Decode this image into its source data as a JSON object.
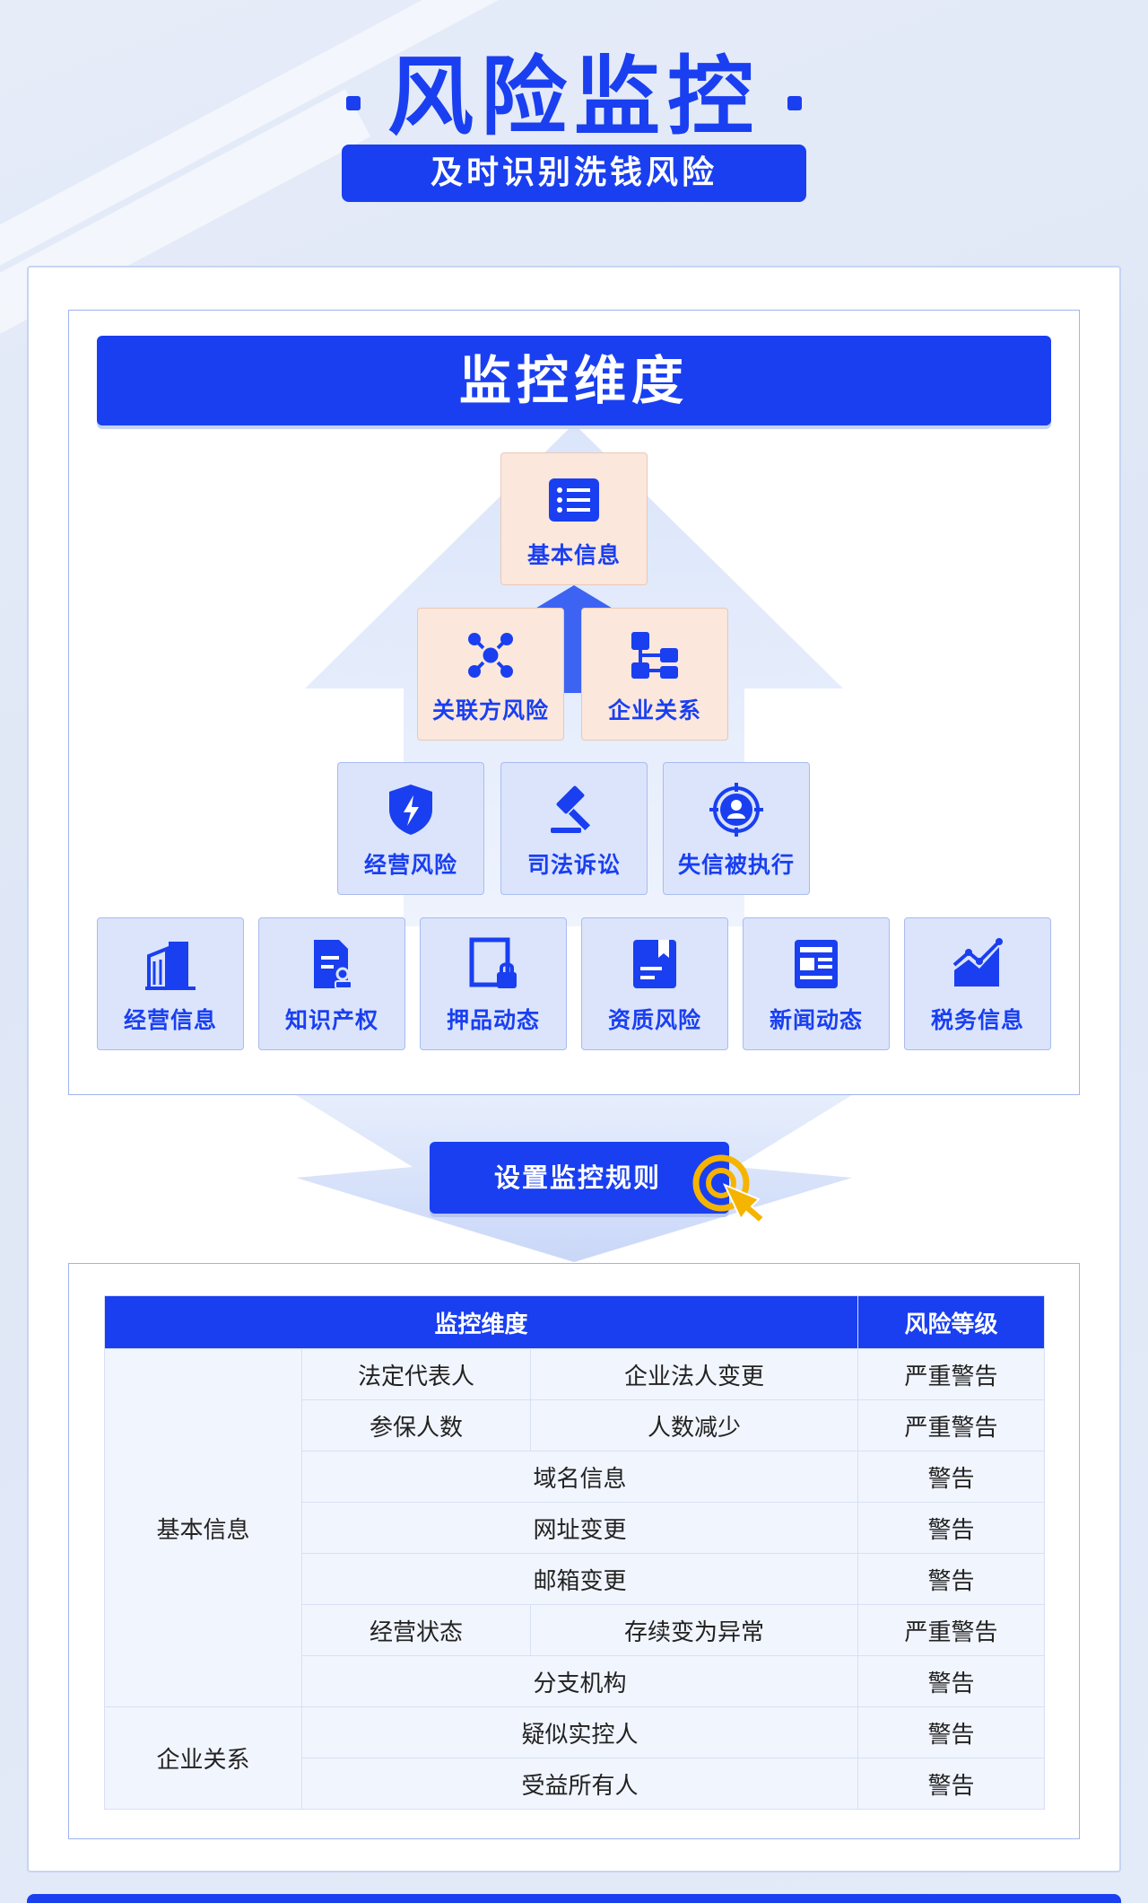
{
  "header": {
    "title": "风险监控",
    "subtitle": "及时识别洗钱风险"
  },
  "dimensions": {
    "title": "监控维度",
    "tiles": [
      {
        "label": "基本信息",
        "icon": "list-icon"
      },
      {
        "label": "关联方风险",
        "icon": "network-icon"
      },
      {
        "label": "企业关系",
        "icon": "org-chart-icon"
      },
      {
        "label": "经营风险",
        "icon": "shield-bolt-icon"
      },
      {
        "label": "司法诉讼",
        "icon": "gavel-icon"
      },
      {
        "label": "失信被执行",
        "icon": "target-person-icon"
      },
      {
        "label": "经营信息",
        "icon": "building-icon"
      },
      {
        "label": "知识产权",
        "icon": "document-seal-icon"
      },
      {
        "label": "押品动态",
        "icon": "frame-lock-icon"
      },
      {
        "label": "资质风险",
        "icon": "bookmark-doc-icon"
      },
      {
        "label": "新闻动态",
        "icon": "newspaper-icon"
      },
      {
        "label": "税务信息",
        "icon": "trend-chart-icon"
      }
    ]
  },
  "rule_button": {
    "label": "设置监控规则",
    "icon": "click-hand-icon"
  },
  "table": {
    "headers": {
      "dimension": "监控维度",
      "level": "风险等级"
    },
    "groups": [
      {
        "category": "基本信息",
        "rows": [
          {
            "item": "法定代表人",
            "detail": "企业法人变更",
            "level": "严重警告"
          },
          {
            "item": "参保人数",
            "detail": "人数减少",
            "level": "严重警告"
          },
          {
            "item": "域名信息",
            "detail": "",
            "level": "警告"
          },
          {
            "item": "网址变更",
            "detail": "",
            "level": "警告"
          },
          {
            "item": "邮箱变更",
            "detail": "",
            "level": "警告"
          },
          {
            "item": "经营状态",
            "detail": "存续变为异常",
            "level": "严重警告"
          },
          {
            "item": "分支机构",
            "detail": "",
            "level": "警告"
          }
        ]
      },
      {
        "category": "企业关系",
        "rows": [
          {
            "item": "疑似实控人",
            "detail": "",
            "level": "警告"
          },
          {
            "item": "受益所有人",
            "detail": "",
            "level": "警告"
          }
        ]
      }
    ]
  },
  "colors": {
    "brand": "#1a3ff0",
    "peach": "#fbe7dc",
    "tile_blue": "#dbe4fb",
    "accent": "#f5b400"
  }
}
